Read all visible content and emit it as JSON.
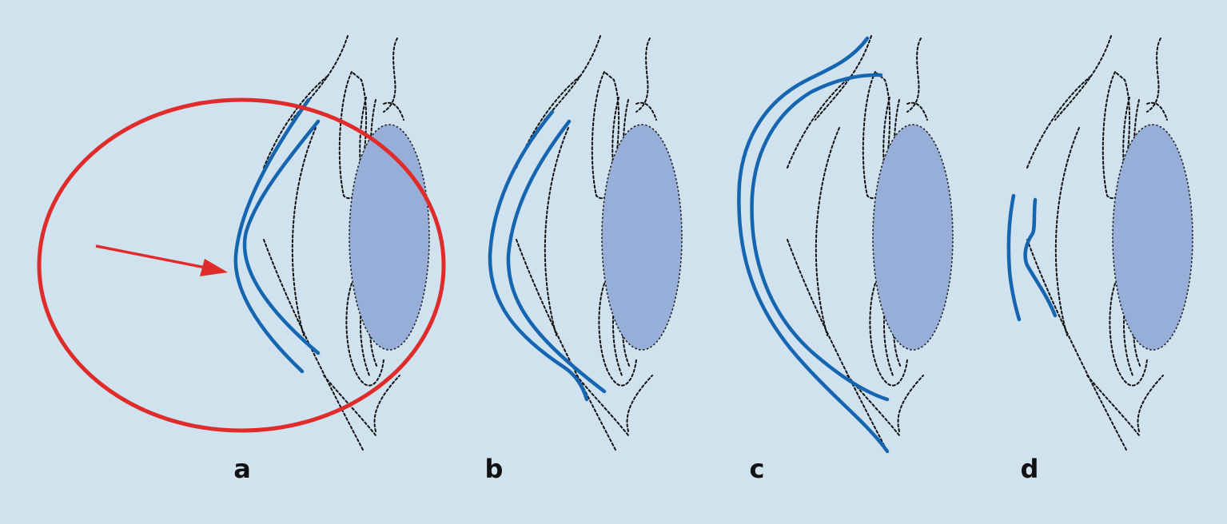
{
  "panels": [
    {
      "label": "a"
    },
    {
      "label": "b"
    },
    {
      "label": "c"
    },
    {
      "label": "d"
    }
  ],
  "colors": {
    "background": "#cfe2ee",
    "lens_fill": "#97aed8",
    "shell_line": "#1565b0",
    "highlight": "#e02b2b",
    "outline": "#111111"
  }
}
